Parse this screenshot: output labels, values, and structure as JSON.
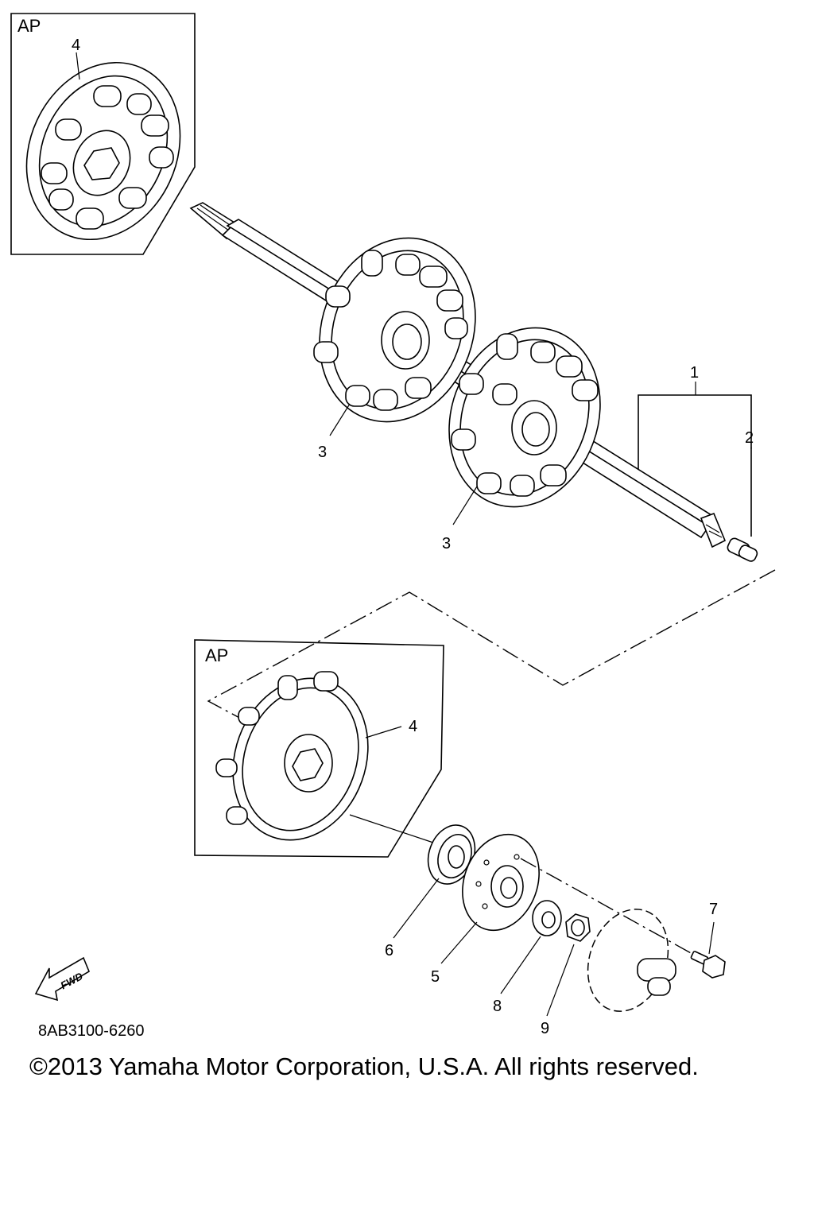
{
  "inset_top": {
    "label": "AP"
  },
  "inset_bottom": {
    "label": "AP"
  },
  "callouts": {
    "c1": "1",
    "c2": "2",
    "c3a": "3",
    "c3b": "3",
    "c4a": "4",
    "c4b": "4",
    "c5": "5",
    "c6": "6",
    "c7": "7",
    "c8": "8",
    "c9": "9"
  },
  "fwd_arrow": {
    "text": "FWD"
  },
  "diagram_code": "8AB3100-6260",
  "copyright": "©2013 Yamaha Motor Corporation, U.S.A. All rights reserved."
}
